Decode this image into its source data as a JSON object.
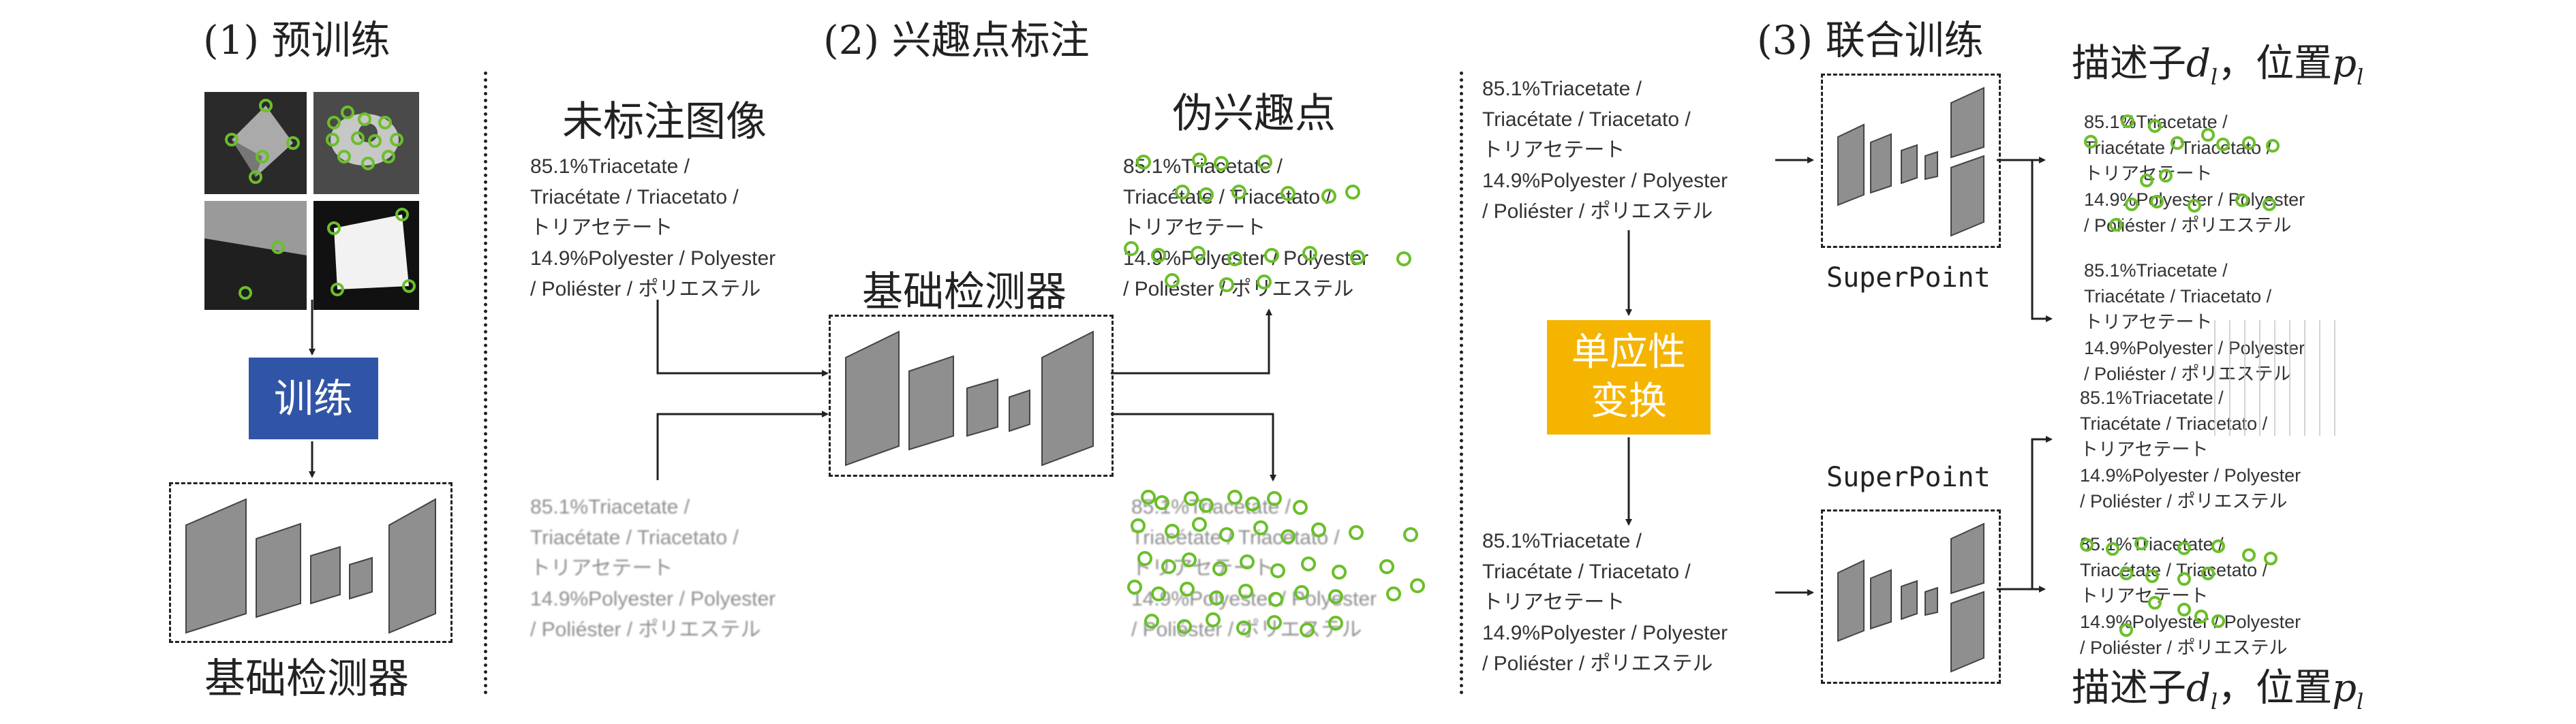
{
  "sections": {
    "pretrain": "(1) 预训练",
    "labeling": "(2) 兴趣点标注",
    "joint": "(3) 联合训练"
  },
  "pretrain": {
    "train_label": "训练",
    "detector_label": "基础检测器",
    "blue": "#3155a6"
  },
  "labeling": {
    "unlabeled_label": "未标注图像",
    "pseudo_label": "伪兴趣点",
    "detector_label": "基础检测器"
  },
  "joint": {
    "homography_line1": "单应性",
    "homography_line2": "变换",
    "superpoint_top": "SuperPoint",
    "superpoint_bottom": "SuperPoint",
    "descriptor_label_top": "描述子",
    "position_label_top": "，位置",
    "descriptor_label_bottom": "描述子",
    "position_label_bottom": "，位置",
    "yellow": "#f5b400"
  },
  "image_text": "85.1%Triacetate /\nTriacétate / Triacetato /\nトリアセテート\n14.9%Polyester / Polyester\n/ Poliéster / ポリエステル",
  "point_color": "#6bbf2a"
}
